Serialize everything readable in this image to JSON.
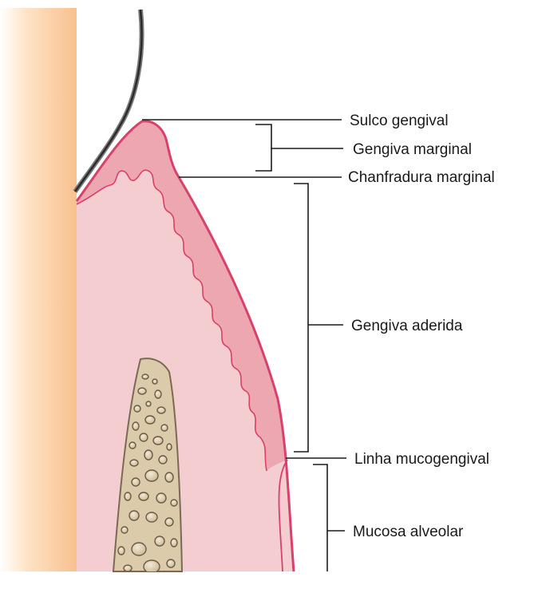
{
  "labels": {
    "sulco_gengival": "Sulco gengival",
    "gengiva_marginal": "Gengiva marginal",
    "chanfradura_marginal": "Chanfradura marginal",
    "gengiva_aderida": "Gengiva aderida",
    "linha_mucogengival": "Linha mucogengival",
    "mucosa_alveolar": "Mucosa alveolar"
  },
  "colors": {
    "tooth_root": "#f8c08e",
    "enamel": "#9a9a9a",
    "gingiva_fill": "#f4cdd1",
    "epithelium_fill": "#eda7b1",
    "gingiva_outline": "#d9406a",
    "bone_fill": "#dccbaa",
    "bone_outline": "#7a6a55"
  }
}
